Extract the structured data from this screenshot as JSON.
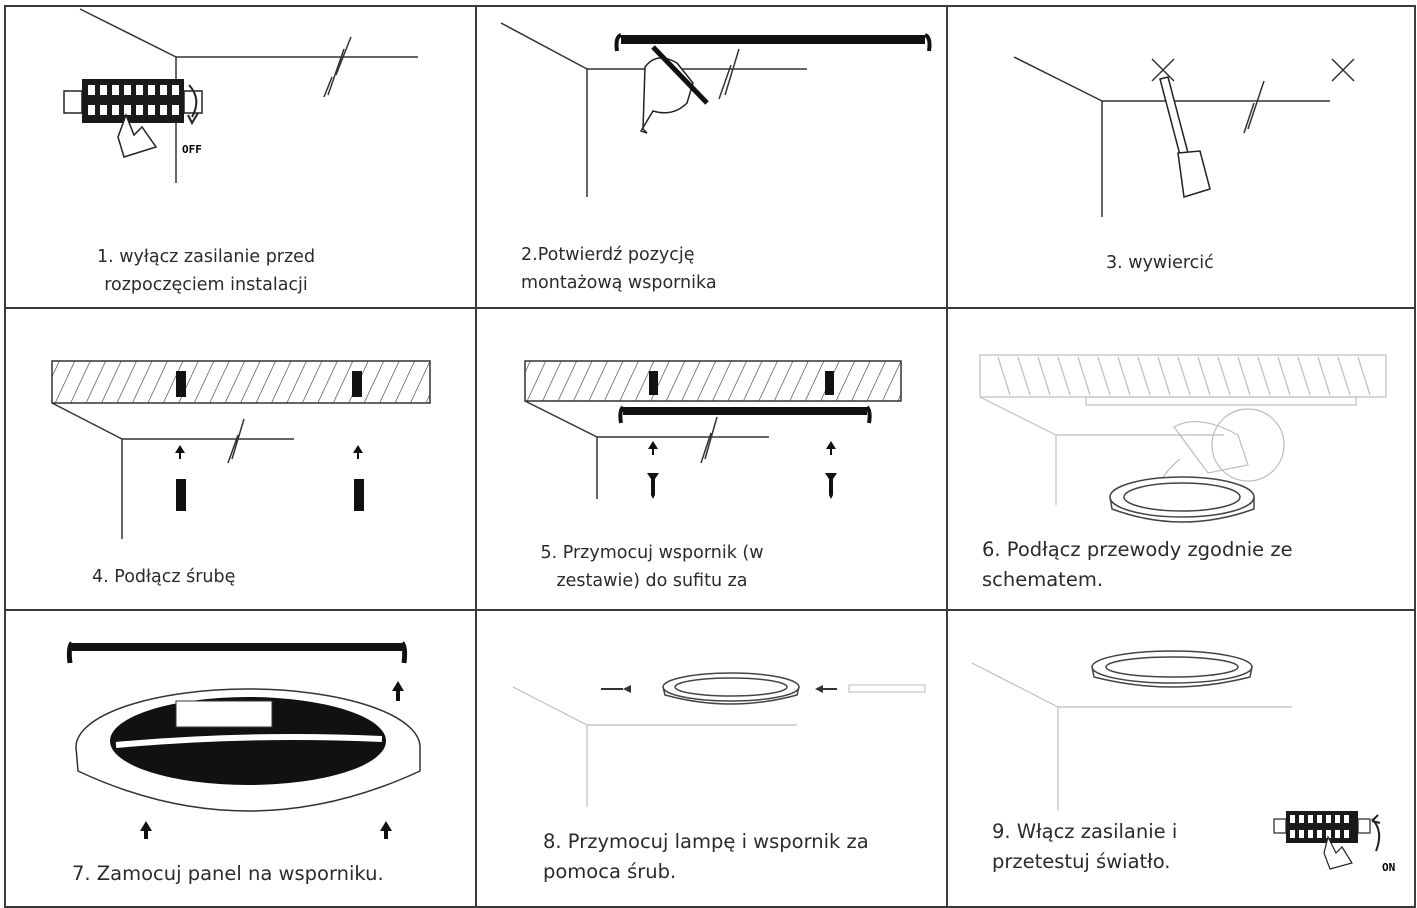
{
  "steps": [
    {
      "number": "1",
      "caption": "1. wyłącz zasilanie przed\nrozpoczęciem instalacji",
      "switch_label": "OFF"
    },
    {
      "number": "2",
      "caption": "2.Potwierdź pozycję\nmontażową wspornika"
    },
    {
      "number": "3",
      "caption": "3. wywiercić"
    },
    {
      "number": "4",
      "caption": "4. Podłącz śrubę"
    },
    {
      "number": "5",
      "caption": "5. Przymocuj wspornik (w\nzestawie) do sufitu za"
    },
    {
      "number": "6",
      "caption": "6. Podłącz przewody zgodnie ze\nschematem."
    },
    {
      "number": "7",
      "caption": "7. Zamocuj panel na wsporniku."
    },
    {
      "number": "8",
      "caption": "8. Przymocuj lampę i wspornik za\npomoca śrub."
    },
    {
      "number": "9",
      "caption": "9. Włącz zasilanie i\nprzetestuj światło.",
      "switch_label": "ON"
    }
  ],
  "colors": {
    "line": "#3a3a3a",
    "ink": "#222222",
    "faint": "#bdbdbd"
  }
}
